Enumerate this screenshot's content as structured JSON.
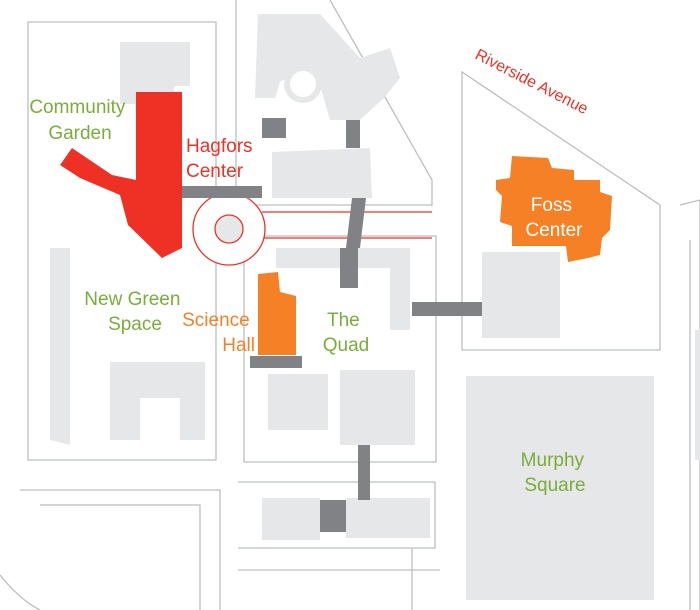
{
  "colors": {
    "red_building": "#ef3125",
    "orange_building": "#f58025",
    "gray_building": "#e6e7e8",
    "dark_connector": "#808285",
    "outline": "#bcbec0",
    "green_label": "#7aad3a",
    "red_label": "#ef3125",
    "orange_label": "#f58025"
  },
  "street": {
    "name": "Riverside Avenue"
  },
  "labels": {
    "community_garden": [
      "Community",
      "Garden"
    ],
    "hagfors_center": [
      "Hagfors",
      "Center"
    ],
    "foss_center": [
      "Foss",
      "Center"
    ],
    "new_green_space": [
      "New Green",
      "Space"
    ],
    "science_hall": [
      "Science",
      "Hall"
    ],
    "the_quad": [
      "The",
      "Quad"
    ],
    "murphy_square": [
      "Murphy",
      "Square"
    ]
  }
}
